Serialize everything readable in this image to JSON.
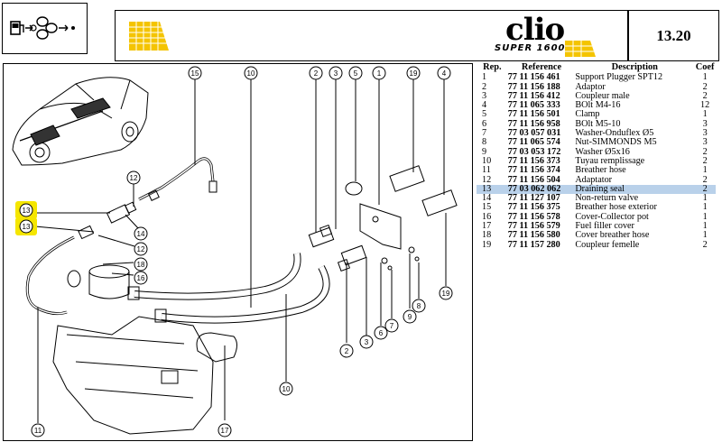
{
  "header": {
    "page_number": "13.20",
    "model_name": "clio",
    "model_variant": "SUPER 1600"
  },
  "diagram": {
    "callouts": [
      "15",
      "10",
      "2",
      "3",
      "5",
      "1",
      "19",
      "4",
      "12",
      "13",
      "13",
      "14",
      "12",
      "18",
      "16",
      "11",
      "17",
      "10",
      "2",
      "3",
      "6",
      "7",
      "9",
      "8",
      "19"
    ]
  },
  "parts_table": {
    "columns": [
      "Rep.",
      "Reference",
      "Description",
      "Coef"
    ],
    "rows": [
      {
        "rep": "1",
        "ref": "77 11 156 461",
        "desc": "Support Plugger SPT12",
        "coef": "1"
      },
      {
        "rep": "2",
        "ref": "77 11 156 188",
        "desc": "Adaptor",
        "coef": "2"
      },
      {
        "rep": "3",
        "ref": "77 11 156 412",
        "desc": "Coupleur male",
        "coef": "2"
      },
      {
        "rep": "4",
        "ref": "77 11 065 333",
        "desc": "BOlt M4-16",
        "coef": "12"
      },
      {
        "rep": "5",
        "ref": "77 11 156 501",
        "desc": "Clamp",
        "coef": "1"
      },
      {
        "rep": "6",
        "ref": "77 11 156 958",
        "desc": "BOlt M5-10",
        "coef": "3"
      },
      {
        "rep": "7",
        "ref": "77 03 057 031",
        "desc": "Washer-Onduflex Ø5",
        "coef": "3"
      },
      {
        "rep": "8",
        "ref": "77 11 065 574",
        "desc": "Nut-SIMMONDS M5",
        "coef": "3"
      },
      {
        "rep": "9",
        "ref": "77 03 053 172",
        "desc": "Washer Ø5x16",
        "coef": "2"
      },
      {
        "rep": "10",
        "ref": "77 11 156 373",
        "desc": "Tuyau remplissage",
        "coef": "2"
      },
      {
        "rep": "11",
        "ref": "77 11 156 374",
        "desc": "Breather hose",
        "coef": "1"
      },
      {
        "rep": "12",
        "ref": "77 11 156 504",
        "desc": "Adaptator",
        "coef": "2"
      },
      {
        "rep": "13",
        "ref": "77 03 062 062",
        "desc": "Draining seal",
        "coef": "2",
        "highlight": true
      },
      {
        "rep": "14",
        "ref": "77 11 127 107",
        "desc": "Non-return valve",
        "coef": "1"
      },
      {
        "rep": "15",
        "ref": "77 11 156 375",
        "desc": "Breather hose exterior",
        "coef": "1"
      },
      {
        "rep": "16",
        "ref": "77 11 156 578",
        "desc": "Cover-Collector pot",
        "coef": "1"
      },
      {
        "rep": "17",
        "ref": "77 11 156 579",
        "desc": "Fuel filler cover",
        "coef": "1"
      },
      {
        "rep": "18",
        "ref": "77 11 156 580",
        "desc": "Cover breather hose",
        "coef": "1"
      },
      {
        "rep": "19",
        "ref": "77 11 157 280",
        "desc": "Coupleur femelle",
        "coef": "2"
      }
    ]
  },
  "colors": {
    "highlight_row": "#b9d1ea",
    "callout_highlight": "#f5e600",
    "logo_yellow": "#f4c400"
  }
}
